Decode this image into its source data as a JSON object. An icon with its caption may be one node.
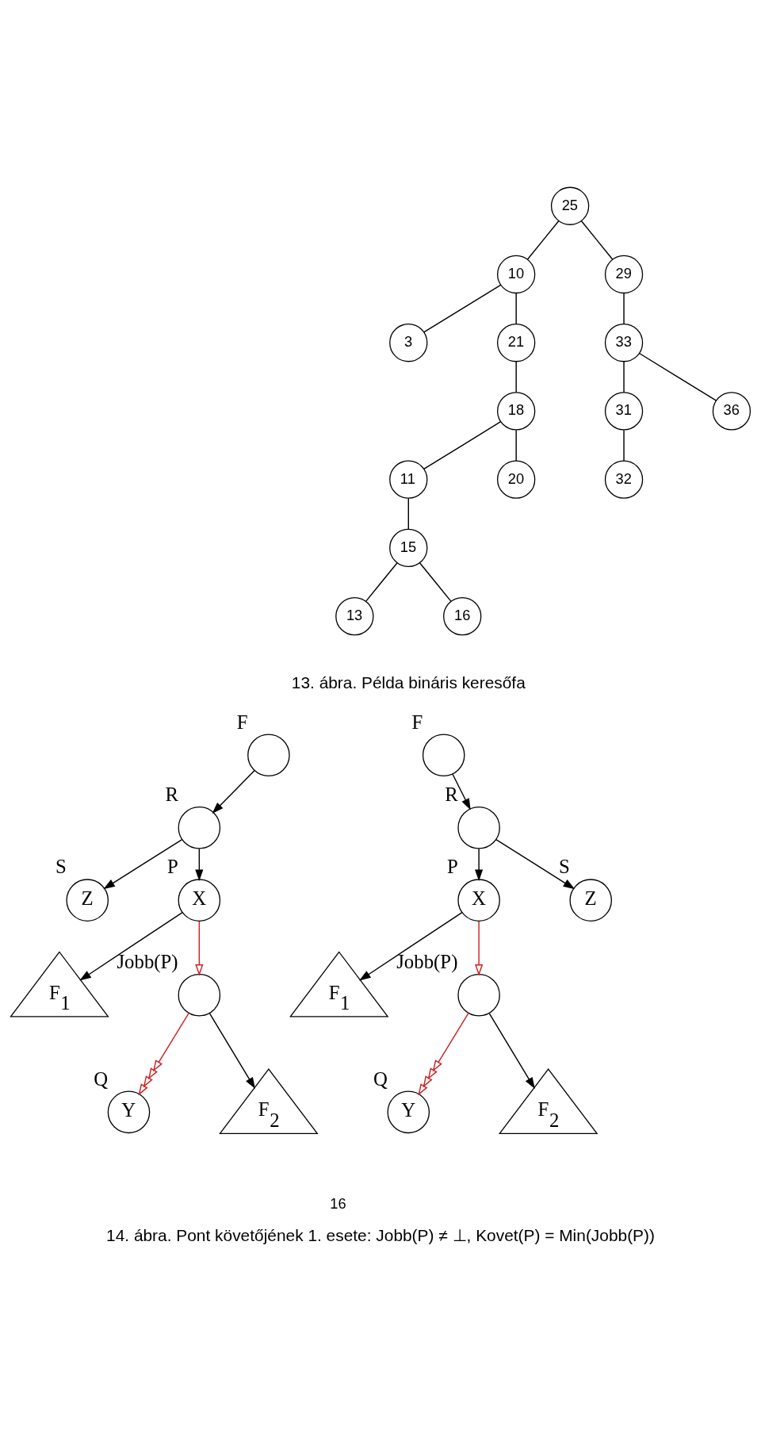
{
  "diagram": {
    "caption": "14. ábra. Pont követőjének 1. esete: Jobb(P) ≠ ⊥, Kovet(P) = Min(Jobb(P))",
    "nodes": [
      {
        "text": [
          "25"
        ]
      },
      {
        "text": [
          "10"
        ]
      },
      {
        "text": [
          "29"
        ]
      },
      {
        "text": [
          "3"
        ]
      },
      {
        "text": [
          "21"
        ]
      },
      {
        "text": [
          "33"
        ]
      },
      {
        "text": [
          "18"
        ]
      },
      {
        "text": [
          "31"
        ]
      },
      {
        "text": [
          "36"
        ]
      },
      {
        "text": [
          "11"
        ]
      },
      {
        "text": [
          "20"
        ]
      },
      {
        "text": [
          "32"
        ]
      },
      {
        "text": [
          "15"
        ]
      },
      {
        "text": [
          "13"
        ]
      },
      {
        "text": [
          "16"
        ]
      },
      {
        "text": [],
        "shape": "circle",
        "beside": [
          "F"
        ]
      },
      {
        "text": [],
        "shape": "circle",
        "beside": [
          "R"
        ]
      },
      {
        "text": [
          "Z"
        ],
        "beside": [
          "S"
        ]
      },
      {
        "text": [
          "X"
        ],
        "beside": [
          "P"
        ]
      },
      {
        "text": [],
        "shape": "circle",
        "beside": [
          "Jobb(P)"
        ]
      },
      {
        "text": [
          "F$_{1}$"
        ]
      },
      {
        "text": [
          "Y"
        ],
        "beside": [
          "Q"
        ]
      },
      {
        "text": [
          "F$_{2}$"
        ]
      },
      {
        "text": [],
        "shape": "circle",
        "beside": [
          "F"
        ]
      },
      {
        "text": [],
        "shape": "circle",
        "beside": [
          "R"
        ]
      },
      {
        "text": [
          "X"
        ],
        "beside": [
          "P"
        ]
      },
      {
        "text": [
          "Z"
        ],
        "beside": [
          "S"
        ]
      },
      {
        "text": [],
        "shape": "circle",
        "beside": [
          "Jobb(P)"
        ]
      },
      {
        "text": [
          "F$_{1}$"
        ]
      },
      {
        "text": [
          "Y"
        ],
        "beside": [
          "Q"
        ]
      },
      {
        "text": [
          "F$_{2}$"
        ]
      }
    ],
    "edges": [
      {
        "from": 0,
        "to": 1,
        "arrow": "none"
      },
      {
        "from": 0,
        "to": 2,
        "arrow": "none"
      },
      {
        "from": 1,
        "to": 3,
        "arrow": "none"
      },
      {
        "from": 1,
        "to": 4,
        "arrow": "none"
      },
      {
        "from": 2,
        "to": 5,
        "arrow": "none"
      },
      {
        "from": 4,
        "to": 6,
        "arrow": "none"
      },
      {
        "from": 5,
        "to": 7,
        "arrow": "none"
      },
      {
        "from": 5,
        "to": 8,
        "arrow": "none"
      },
      {
        "from": 6,
        "to": 9,
        "arrow": "none"
      },
      {
        "from": 6,
        "to": 10,
        "arrow": "none"
      },
      {
        "from": 7,
        "to": 11,
        "arrow": "none"
      },
      {
        "from": 9,
        "to": 12,
        "arrow": "none"
      },
      {
        "from": 12,
        "to": 13,
        "arrow": "none"
      },
      {
        "from": 12,
        "to": 14,
        "arrow": "none"
      },
      {
        "from": 15,
        "to": 16,
        "arrow": "to"
      },
      {
        "from": 16,
        "to": 17,
        "arrow": "to"
      },
      {
        "from": 16,
        "to": 18,
        "arrow": "to"
      },
      {
        "from": 18,
        "to": 20,
        "arrow": "to"
      },
      {
        "from": 18,
        "to": 19,
        "arrow": "to",
        "color": "#cc2222"
      },
      {
        "from": 19,
        "to": 21,
        "arrow": "to",
        "color": "#cc2222"
      },
      {
        "from": 19,
        "to": 22,
        "arrow": "to"
      },
      {
        "from": 23,
        "to": 24,
        "arrow": "to"
      },
      {
        "from": 24,
        "to": 25,
        "arrow": "to"
      },
      {
        "from": 24,
        "to": 26,
        "arrow": "to"
      },
      {
        "from": 25,
        "to": 28,
        "arrow": "to"
      },
      {
        "from": 25,
        "to": 27,
        "arrow": "to",
        "color": "#cc2222"
      },
      {
        "from": 27,
        "to": 29,
        "arrow": "to",
        "color": "#cc2222"
      },
      {
        "from": 27,
        "to": 30,
        "arrow": "to"
      }
    ],
    "labels": [
      "13. ábra. Példa bináris keresőfa",
      "16"
    ]
  }
}
